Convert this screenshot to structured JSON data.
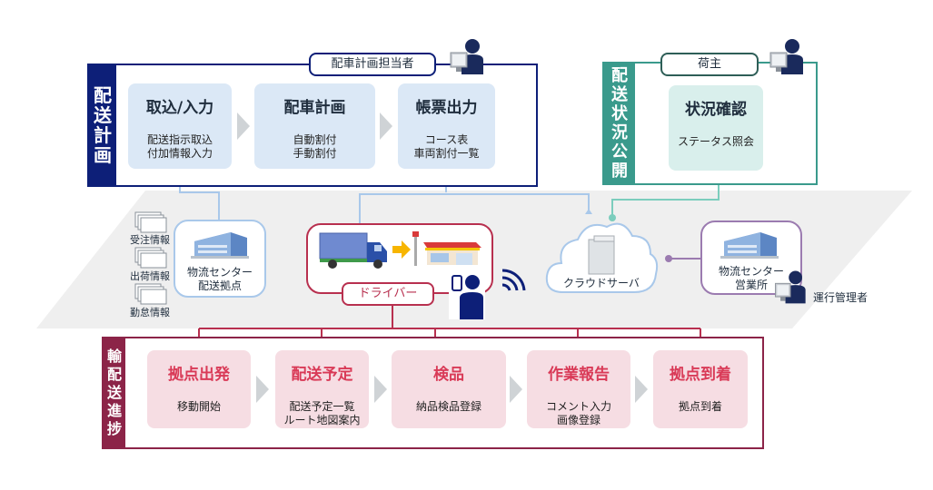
{
  "band": {
    "color": "#efefef"
  },
  "planning": {
    "side_label": [
      "配",
      "送",
      "計",
      "画"
    ],
    "color": "#0d1f78",
    "role": "配車計画担当者",
    "steps": [
      {
        "title": "取込/入力",
        "lines": [
          "配送指示取込",
          "付加情報入力"
        ]
      },
      {
        "title": "配車計画",
        "lines": [
          "自動割付",
          "手動割付"
        ]
      },
      {
        "title": "帳票出力",
        "lines": [
          "コース表",
          "車両割付一覧"
        ]
      }
    ],
    "step_bg": "#dbe8f6",
    "step_title_color": "#1f2d3d"
  },
  "status": {
    "side_label": [
      "配",
      "送",
      "状",
      "況",
      "公",
      "開"
    ],
    "color": "#3a9a8c",
    "role": "荷主",
    "step": {
      "title": "状況確認",
      "lines": [
        "ステータス照会"
      ]
    },
    "step_bg": "#d9efec"
  },
  "middle": {
    "documents": [
      "受注情報",
      "出荷情報",
      "勤怠情報"
    ],
    "center_hub": {
      "lines": [
        "物流センター",
        "配送拠点"
      ]
    },
    "driver": {
      "label": "ドライバー"
    },
    "cloud": {
      "label": "クラウドサーバ"
    },
    "office": {
      "lines": [
        "物流センター",
        "営業所"
      ]
    },
    "manager": {
      "label": "運行管理者"
    }
  },
  "progress": {
    "side_label": [
      "輸",
      "配",
      "送",
      "進",
      "捗"
    ],
    "color": "#8c2448",
    "steps": [
      {
        "title": "拠点出発",
        "lines": [
          "移動開始"
        ]
      },
      {
        "title": "配送予定",
        "lines": [
          "配送予定一覧",
          "ルート地図案内"
        ]
      },
      {
        "title": "検品",
        "lines": [
          "納品検品登録"
        ]
      },
      {
        "title": "作業報告",
        "lines": [
          "コメント入力",
          "画像登録"
        ]
      },
      {
        "title": "拠点到着",
        "lines": [
          "拠点到着"
        ]
      }
    ],
    "step_bg": "#f6dde3",
    "step_title_color": "#d93a57"
  },
  "colors": {
    "line_blue": "#a9c8ea",
    "line_green": "#7ccdbd",
    "line_red": "#b8304f",
    "line_purple": "#9b7bb0",
    "navy": "#1a2a5c"
  }
}
